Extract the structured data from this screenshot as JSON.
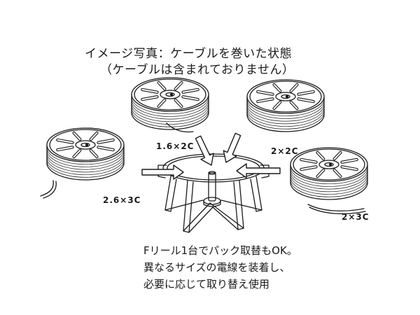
{
  "title": {
    "line1": "イメージ写真：ケーブルを巻いた状態",
    "line2": "（ケーブルは含まれておりません）"
  },
  "reels": [
    {
      "label": "1.6×2C"
    },
    {
      "label": "2×2C"
    },
    {
      "label": "2.6×3C"
    },
    {
      "label": "2×3C"
    }
  ],
  "description": {
    "line1": "Fリール1台でパック取替もOK。",
    "line2": "異なるサイズの電線を装着し、",
    "line3": "必要に応じて取り替え使用"
  },
  "colors": {
    "line": "#1a1a1a",
    "background": "#ffffff"
  },
  "icons": [
    "cable-reel-icon",
    "arrow-icon",
    "reel-stand-icon"
  ]
}
